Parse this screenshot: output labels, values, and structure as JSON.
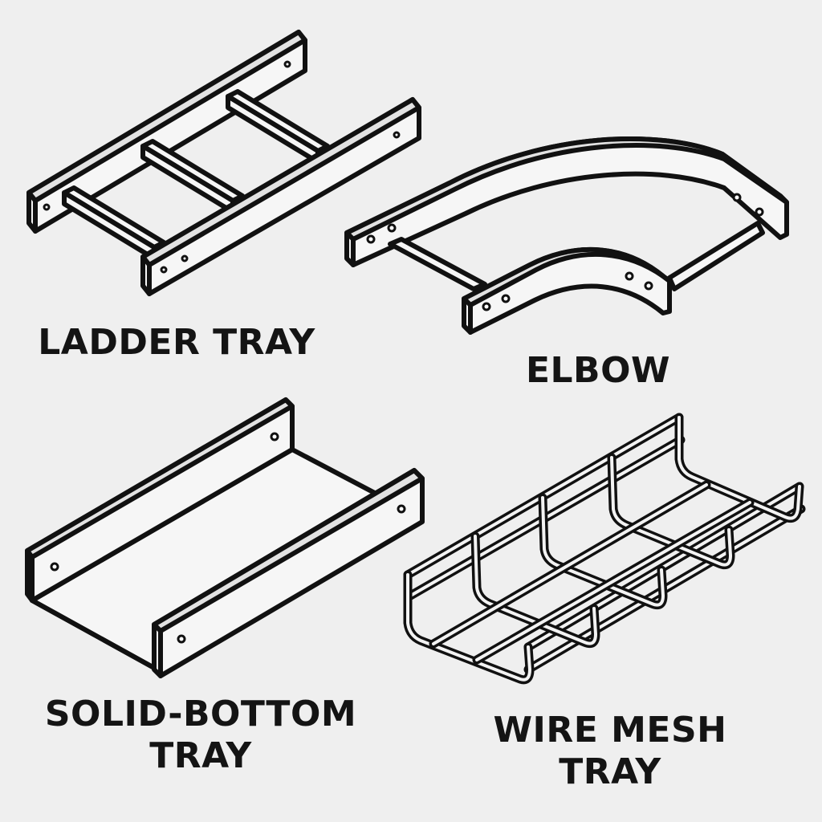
{
  "labels": {
    "ladder": "LADDER TRAY",
    "elbow": "ELBOW",
    "solid_line1": "SOLID-BOTTOM",
    "solid_line2": "TRAY",
    "mesh_line1": "WIRE MESH",
    "mesh_line2": "TRAY"
  },
  "colors": {
    "background": "#efefef",
    "ink": "#111111"
  }
}
